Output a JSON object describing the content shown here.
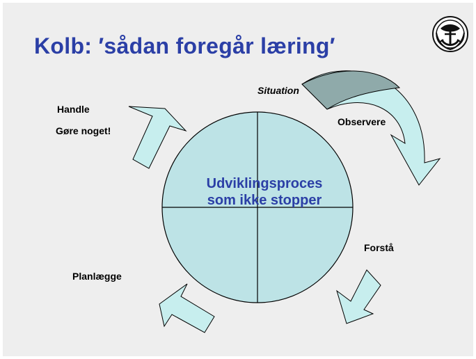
{
  "slide": {
    "title": "Kolb: ′sådan foregår læring′",
    "center_line1": "Udviklingsproces",
    "center_line2": "som ikke stopper"
  },
  "labels": {
    "situation": "Situation",
    "observe": "Observere",
    "understand": "Forstå",
    "plan": "Planlægge",
    "act": "Handle",
    "do_something": "Gøre noget!"
  },
  "colors": {
    "slide_bg": "#eeeeee",
    "title": "#2b3fa6",
    "circle_fill": "#bde3e6",
    "arrow_fill": "#c7eeee",
    "situation_arrow": "#8faaaa"
  },
  "icons": {
    "logo": "anchor-emblem-icon"
  }
}
